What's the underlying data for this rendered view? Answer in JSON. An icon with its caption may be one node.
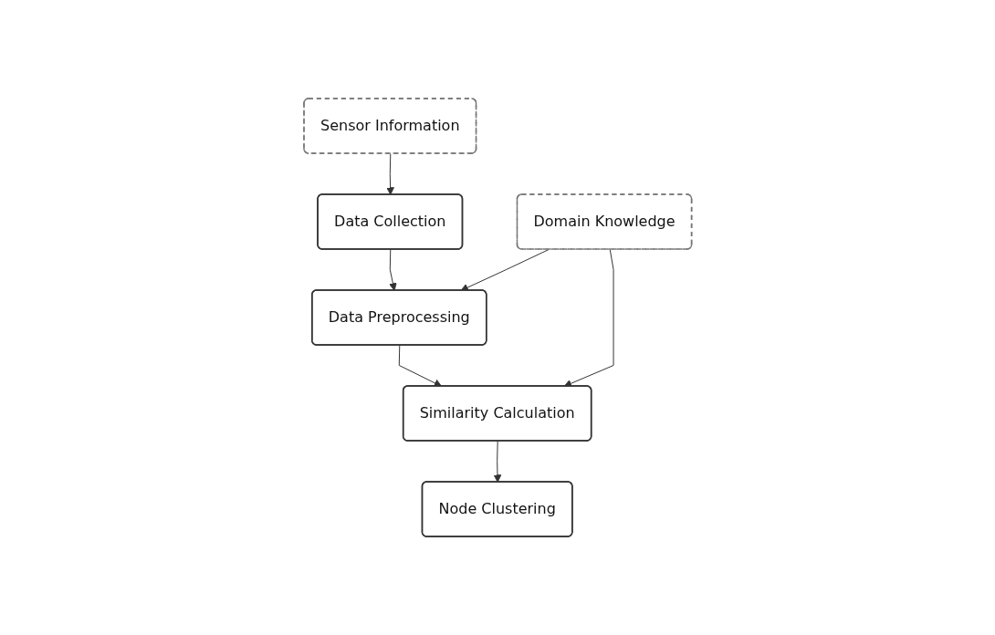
{
  "diagram": {
    "nodes": [
      {
        "text": [
          "Data Collection"
        ]
      },
      {
        "text": [
          "Sensor Information"
        ]
      },
      {
        "text": [
          "Data Preprocessing"
        ]
      },
      {
        "text": [
          "Domain Knowledge"
        ]
      },
      {
        "text": [
          "Similarity Calculation"
        ]
      },
      {
        "text": [
          "Node Clustering"
        ]
      }
    ],
    "edges": [
      {
        "from": 1,
        "to": 0,
        "arrow": "to"
      },
      {
        "from": 0,
        "to": 2,
        "arrow": "to"
      },
      {
        "from": 3,
        "to": 2,
        "arrow": "to"
      },
      {
        "from": 2,
        "to": 4,
        "arrow": "to"
      },
      {
        "from": 3,
        "to": 4,
        "arrow": "to"
      },
      {
        "from": 4,
        "to": 5,
        "arrow": "to"
      }
    ]
  }
}
